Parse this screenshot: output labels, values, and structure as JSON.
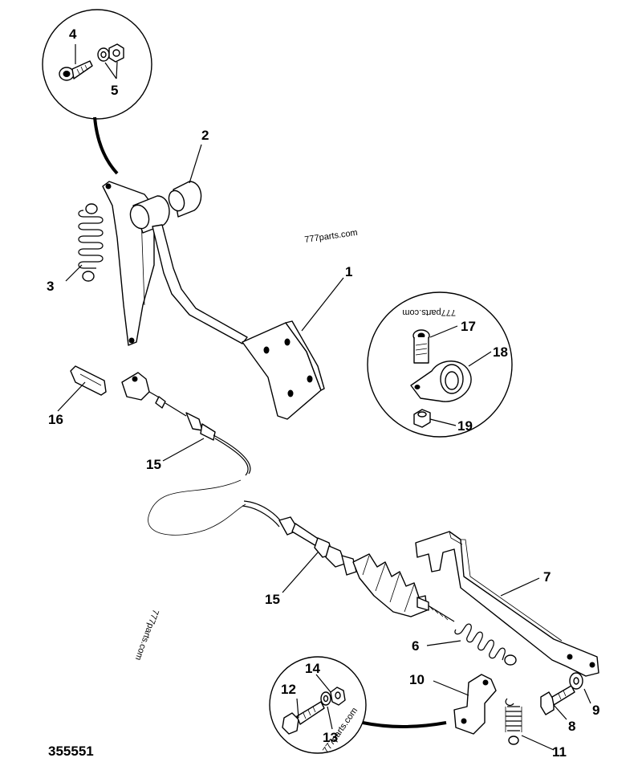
{
  "figure_number": "355551",
  "watermarks": [
    "777parts.com",
    "777parts.com",
    "777parts.com",
    "777parts.com"
  ],
  "callouts": [
    "1",
    "2",
    "3",
    "4",
    "5",
    "6",
    "7",
    "8",
    "9",
    "10",
    "11",
    "12",
    "13",
    "14",
    "15",
    "15",
    "16",
    "17",
    "18",
    "19"
  ]
}
